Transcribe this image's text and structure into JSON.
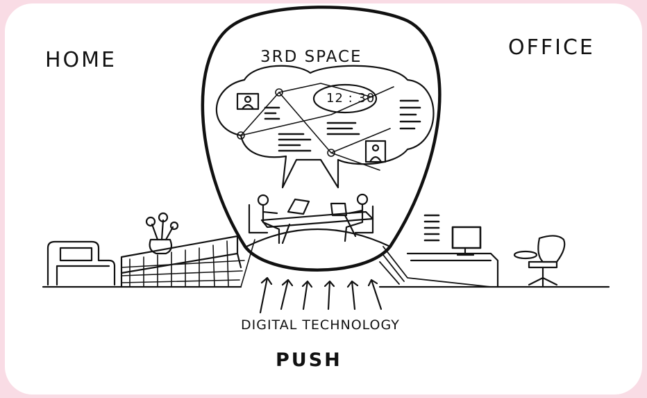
{
  "labels": {
    "home": "HOME",
    "office": "OFFICE",
    "third_space": "3RD SPACE",
    "clock": "12 : 30",
    "digital_technology": "DIGITAL TECHNOLOGY",
    "push": "PUSH"
  },
  "colors": {
    "page_background": "#f9dce5",
    "panel": "#ffffff",
    "ink": "#111111"
  },
  "icons": [
    "armchair-icon",
    "flower-vase-icon",
    "person-photo-icon",
    "laptop-icon",
    "desktop-monitor-icon",
    "office-chair-icon",
    "up-arrow-icon"
  ]
}
